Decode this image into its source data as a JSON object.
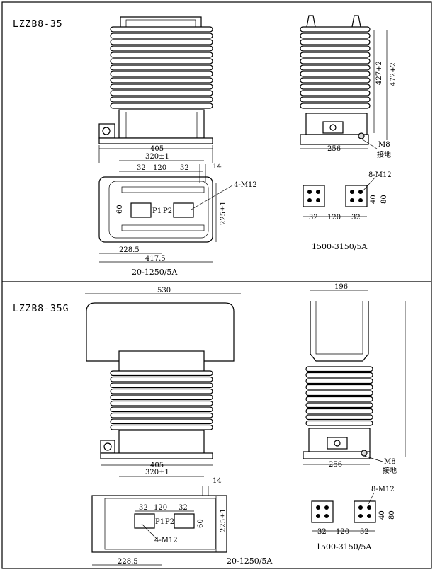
{
  "sections": [
    {
      "model": "LZZB8-35",
      "front": {
        "width_dim": "405",
        "mount_dim": "320±1"
      },
      "side": {
        "width_dim": "256",
        "height_dim_1": "427+2",
        "height_dim_2": "472+2",
        "bolt_label": "M8",
        "ground_label": "接地"
      },
      "plan": {
        "dim_32a": "32",
        "dim_120": "120",
        "dim_32b": "32",
        "dim_14": "14",
        "dim_60": "60",
        "dim_225": "225±1",
        "dim_228": "228.5",
        "dim_417": "417.5",
        "terminal_p1": "P1",
        "terminal_p2": "P2",
        "hole_label": "4-M12"
      },
      "plan_caption": "20-1250/5A",
      "terminal": {
        "hole_label": "8-M12",
        "dim_32a": "32",
        "dim_120": "120",
        "dim_32b": "32",
        "dim_40": "40",
        "dim_80": "80"
      },
      "terminal_caption": "1500-3150/5A"
    },
    {
      "model": "LZZB8-35G",
      "front": {
        "top_dim": "530",
        "width_dim": "405",
        "mount_dim": "320±1"
      },
      "side": {
        "top_dim": "196",
        "width_dim": "256",
        "bolt_label": "M8",
        "ground_label": "接地"
      },
      "plan": {
        "dim_32a": "32",
        "dim_120": "120",
        "dim_32b": "32",
        "dim_14": "14",
        "dim_60": "60",
        "dim_225": "225±1",
        "dim_228": "228.5",
        "terminal_p1": "P1",
        "terminal_p2": "P2",
        "hole_label": "4-M12"
      },
      "plan_caption": "20-1250/5A",
      "terminal": {
        "hole_label": "8-M12",
        "dim_32a": "32",
        "dim_120": "120",
        "dim_32b": "32",
        "dim_40": "40",
        "dim_80": "80"
      },
      "terminal_caption": "1500-3150/5A"
    }
  ]
}
